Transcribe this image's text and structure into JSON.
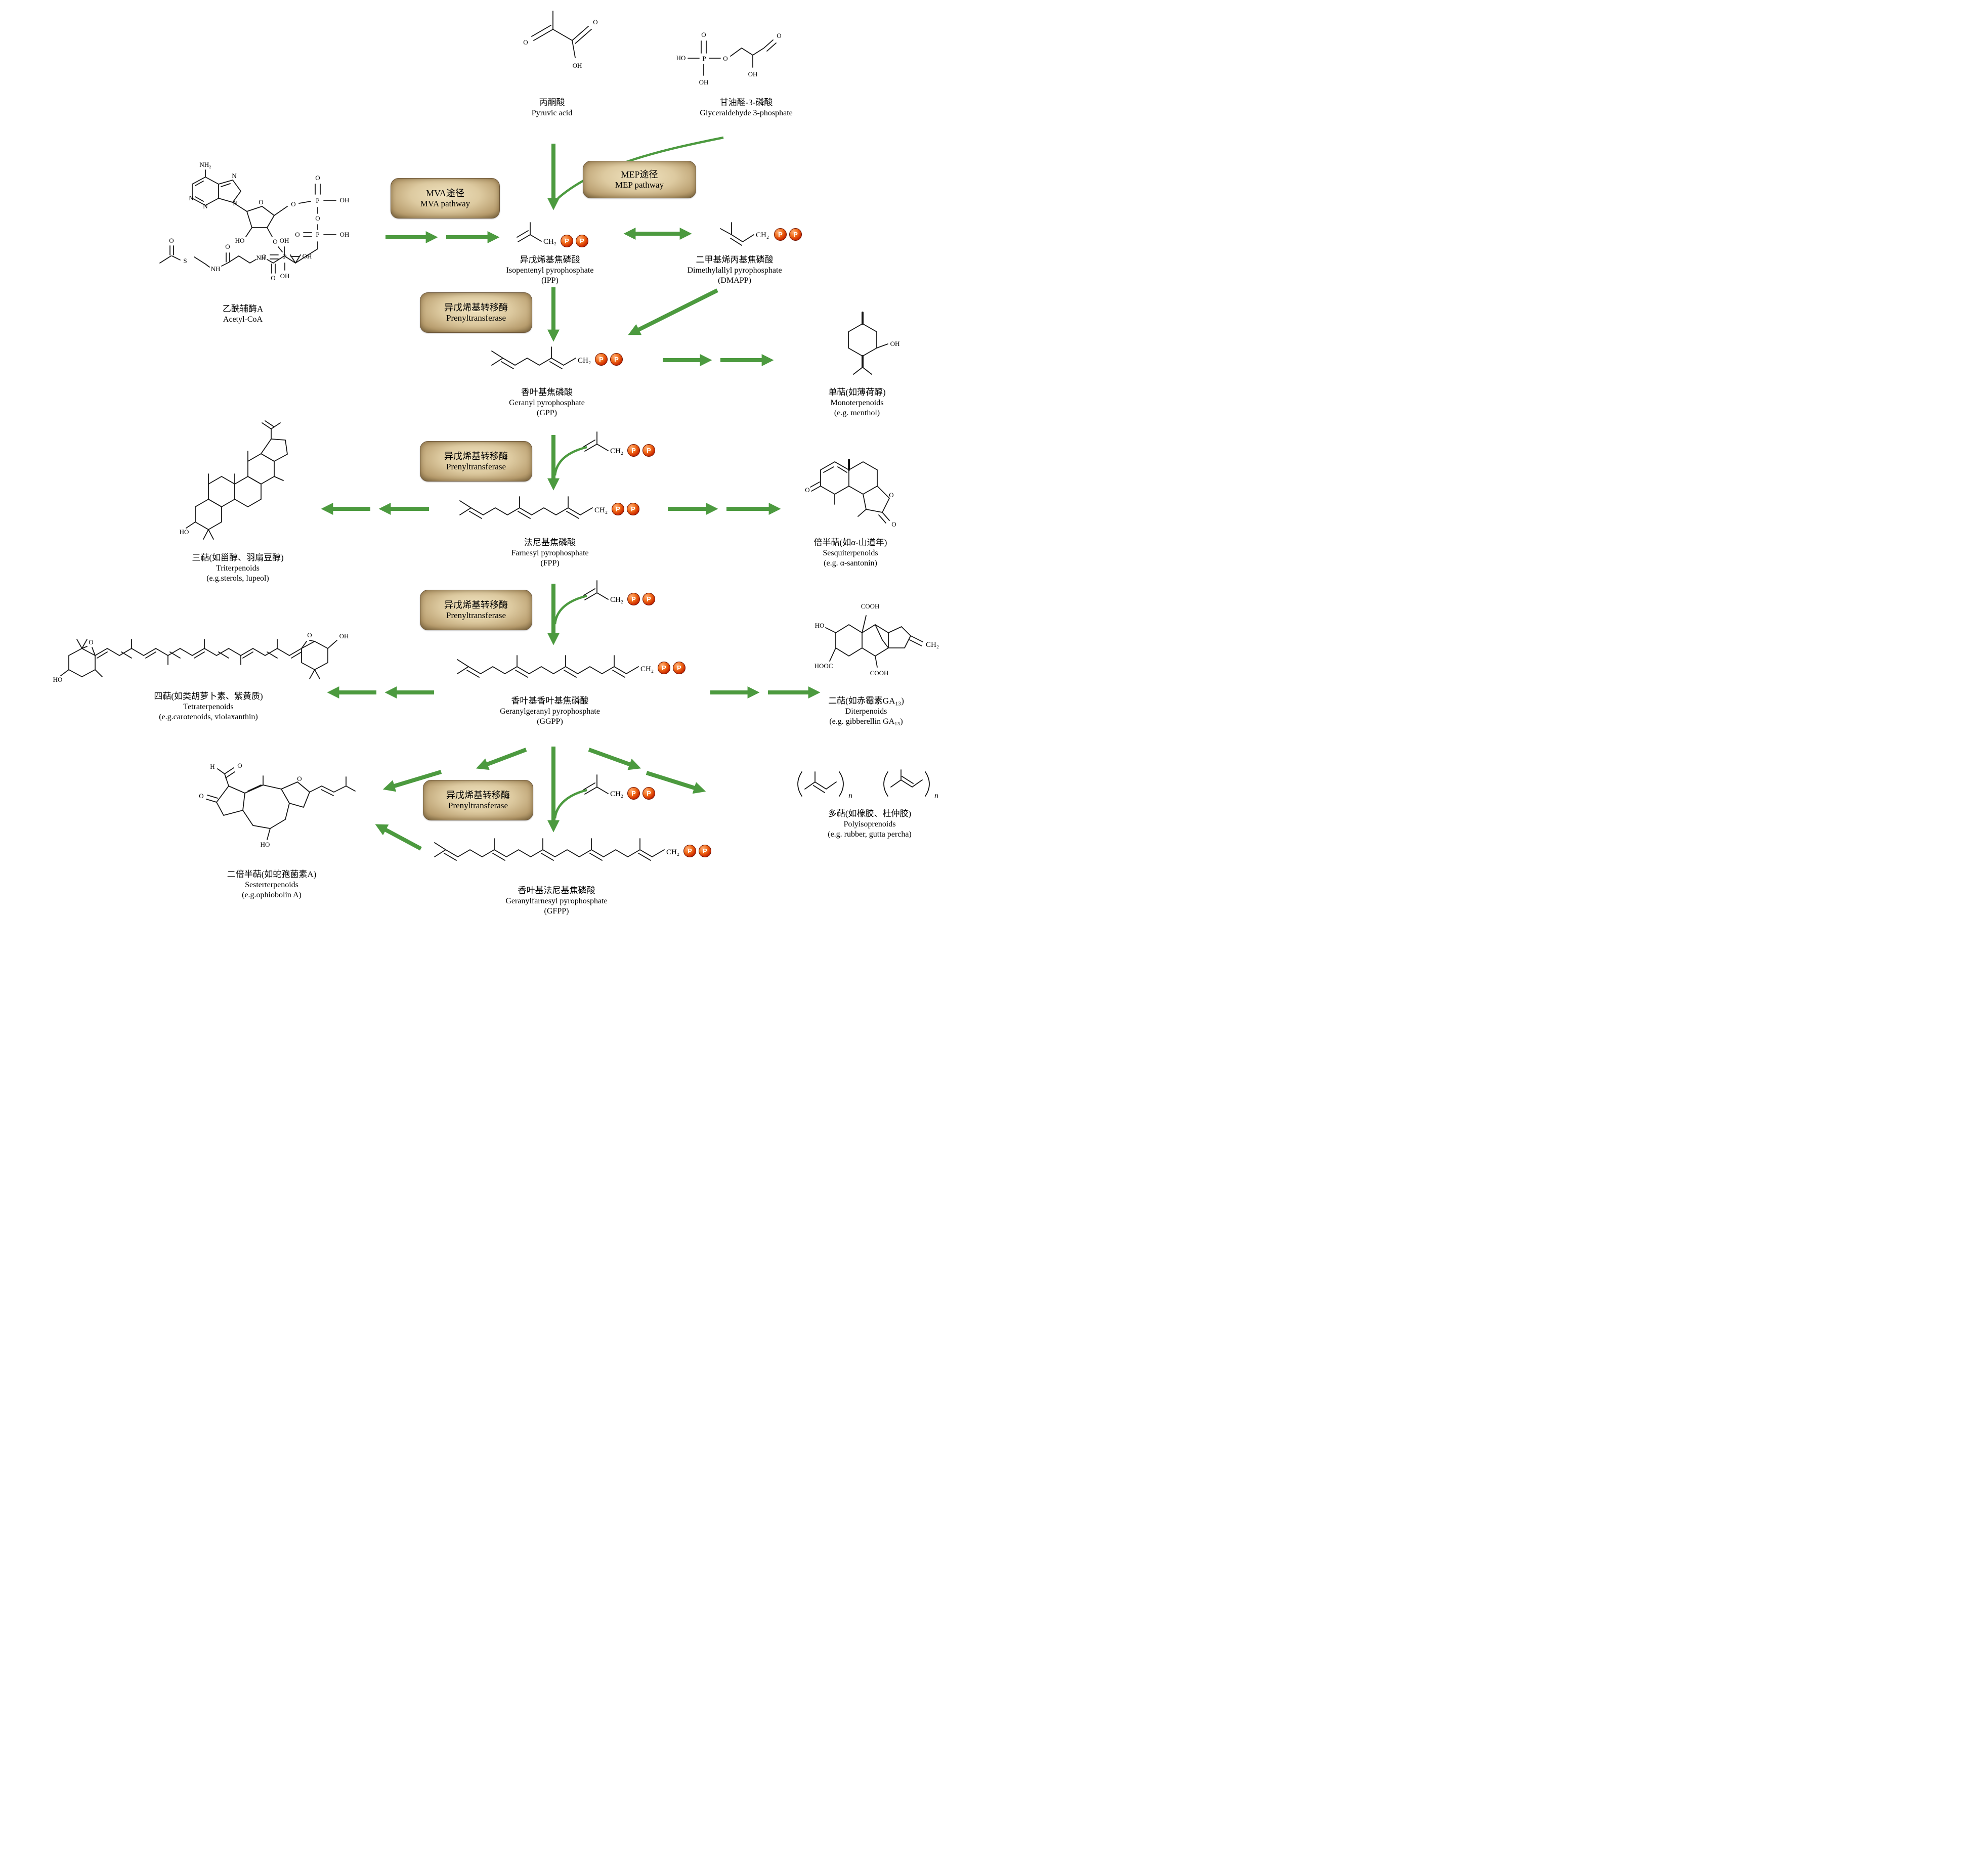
{
  "colors": {
    "arrow": "#4c9a3f",
    "phosphate": "#cc2a00",
    "badge": "#ddcaa0"
  },
  "pball": "P",
  "atoms": {
    "O": "O",
    "OH": "OH",
    "HO": "HO",
    "P": "P",
    "N": "N",
    "NH": "NH",
    "NH2": "NH₂",
    "S": "S",
    "H": "H",
    "CH2": "CH₂",
    "COOH": "COOH",
    "HOOC": "HOOC",
    "n": "n"
  },
  "badges": {
    "mva": {
      "zh": "MVA途径",
      "en": "MVA pathway"
    },
    "mep": {
      "zh": "MEP途径",
      "en": "MEP pathway"
    },
    "prenyl": {
      "zh": "异戊烯基转移酶",
      "en": "Prenyltransferase"
    }
  },
  "nodes": {
    "pyruvic": {
      "zh": "丙酮酸",
      "en": "Pyruvic acid"
    },
    "g3p": {
      "zh": "甘油醛-3-磷酸",
      "en": "Glyceraldehyde 3-phosphate"
    },
    "acetylcoa": {
      "zh": "乙酰辅酶A",
      "en": "Acetyl-CoA"
    },
    "ipp": {
      "zh": "异戊烯基焦磷酸",
      "en": "Isopentenyl pyrophosphate",
      "abbr": "(IPP)"
    },
    "dmapp": {
      "zh": "二甲基烯丙基焦磷酸",
      "en": "Dimethylallyl pyrophosphate",
      "abbr": "(DMAPP)"
    },
    "gpp": {
      "zh": "香叶基焦磷酸",
      "en": "Geranyl pyrophosphate",
      "abbr": "(GPP)"
    },
    "mono": {
      "zh": "单萜(如薄荷醇)",
      "en": "Monoterpenoids",
      "abbr": "(e.g. menthol)"
    },
    "fpp": {
      "zh": "法尼基焦磷酸",
      "en": "Farnesyl pyrophosphate",
      "abbr": "(FPP)"
    },
    "sesqui": {
      "zh": "倍半萜(如α-山道年)",
      "en": "Sesquiterpenoids",
      "abbr": "(e.g. α-santonin)"
    },
    "tri": {
      "zh": "三萜(如甾醇、羽扇豆醇)",
      "en": "Triterpenoids",
      "abbr": "(e.g.sterols, lupeol)"
    },
    "ggpp": {
      "zh": "香叶基香叶基焦磷酸",
      "en": "Geranylgeranyl pyrophosphate",
      "abbr": "(GGPP)"
    },
    "tetra": {
      "zh": "四萜(如类胡萝卜素、紫黄质)",
      "en": "Tetraterpenoids",
      "abbr": "(e.g.carotenoids, violaxanthin)"
    },
    "di": {
      "zh": "二萜(如赤霉素GA₁₃)",
      "en": "Diterpenoids",
      "abbr": "(e.g. gibberellin GA₁₃)"
    },
    "sester": {
      "zh": "二倍半萜(如蛇孢菌素A)",
      "en": "Sesterterpenoids",
      "abbr": "(e.g.ophiobolin A)"
    },
    "poly": {
      "zh": "多萜(如橡胶、杜仲胶)",
      "en": "Polyisoprenoids",
      "abbr": "(e.g. rubber, gutta percha)"
    },
    "gfpp": {
      "zh": "香叶基法尼基焦磷酸",
      "en": "Geranylfarnesyl pyrophosphate",
      "abbr": "(GFPP)"
    }
  }
}
